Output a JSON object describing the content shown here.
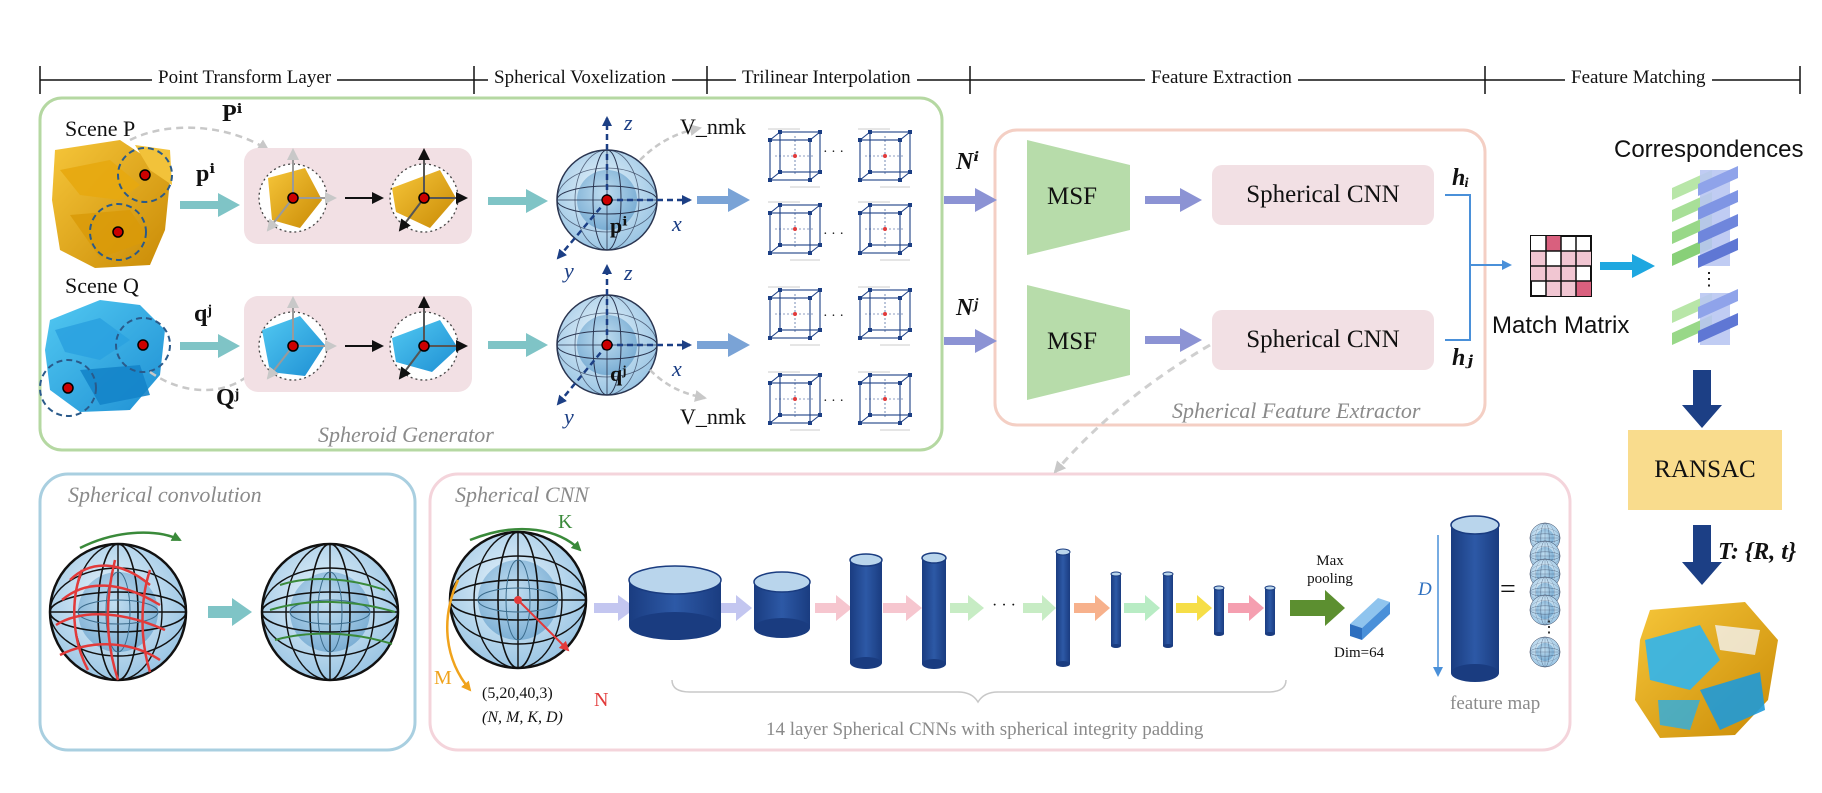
{
  "stages": {
    "point_transform": "Point Transform Layer",
    "spherical_voxelization": "Spherical Voxelization",
    "trilinear_interpolation": "Trilinear Interpolation",
    "feature_extraction": "Feature Extraction",
    "feature_matching": "Feature Matching"
  },
  "top": {
    "scene_p": "Scene P",
    "scene_q": "Scene Q",
    "P_i": "Pⁱ",
    "p_i": "pⁱ",
    "q_j": "qʲ",
    "Q_j": "Qʲ",
    "spheroid_generator": "Spheroid Generator",
    "axis_z": "z",
    "axis_x": "x",
    "axis_y": "y",
    "center_p": "pⁱ",
    "center_q": "qʲ",
    "vnmk_top": "V_nmk",
    "vnmk_bottom": "V_nmk",
    "dots": "· · ·",
    "N_i": "Nⁱ",
    "N_j": "Nʲ",
    "msf_1": "MSF",
    "msf_2": "MSF",
    "scnn_1": "Spherical CNN",
    "scnn_2": "Spherical CNN",
    "h_i": "hᵢ",
    "h_j": "hⱼ",
    "spherical_feature_extractor": "Spherical Feature Extractor",
    "match_matrix": "Match Matrix",
    "correspondences": "Correspondences",
    "vdots": "⋮",
    "ransac": "RANSAC",
    "transform": "T: {R, t}"
  },
  "bottom": {
    "spherical_convolution": "Spherical convolution",
    "spherical_cnn": "Spherical CNN",
    "K": "K",
    "M": "M",
    "N": "N",
    "shape_values": "(5,20,40,3)",
    "shape_names": "(N, M, K, D)",
    "max_pooling": "Max pooling",
    "dim": "Dim=64",
    "layers_note": "14 layer Spherical CNNs with spherical integrity padding",
    "D": "D",
    "equals": "=",
    "feature_map": "feature map",
    "ellipsis": "· · ·",
    "vdots": "⋮"
  },
  "colors": {
    "green_border": "#b5d8a2",
    "pink_border": "#f4cfc4",
    "blue_border": "#a9cfe0",
    "pink_box": "#f2e0e4",
    "msf_green": "#b7dcaa",
    "navy": "#1c3f85",
    "ransac_yellow": "#f9dc8d",
    "cyan_arrow": "#7fc4c6",
    "purple_arrow": "#8c93d4"
  }
}
